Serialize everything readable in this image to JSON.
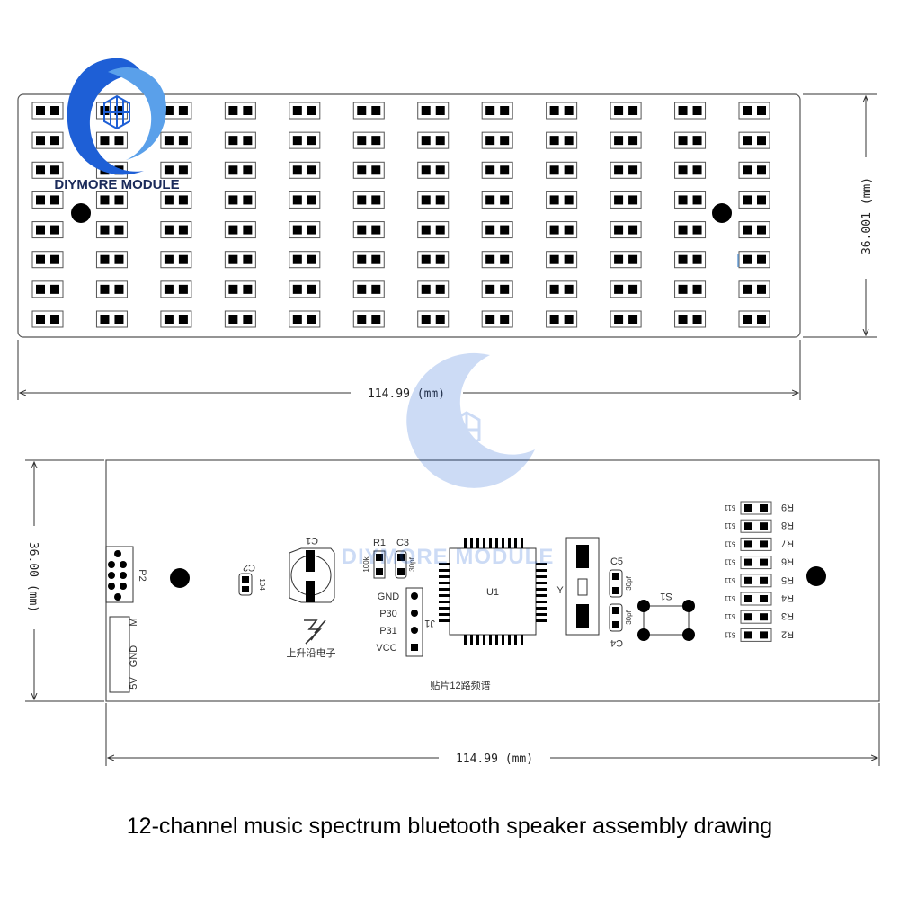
{
  "brand": {
    "logo_text": "DIYMORE MODULE",
    "watermark_text": "DIYMORE MODULE",
    "accent": "#1e5fd6"
  },
  "top_board": {
    "led_rows": 8,
    "led_columns": 12,
    "width_label": "114.99 (mm)",
    "height_label": "36.001 (mm)"
  },
  "bottom_board": {
    "width_label": "114.99 (mm)",
    "height_label": "36.00 (mm)",
    "labels": {
      "p2": "P2",
      "c2": "C2",
      "c2_value": "104",
      "c1": "C1",
      "r1": "R1",
      "r1_value": "100k",
      "c3": "C3",
      "c3_value": "30pf",
      "u1": "U1",
      "y": "Y",
      "c5": "C5",
      "c5_value": "30pf",
      "c4": "C4",
      "c4_value": "30pf",
      "s1": "S1",
      "j1": "J1",
      "gnd": "GND",
      "p30": "P30",
      "p31": "P31",
      "vcc": "VCC",
      "connector_5v": "5V",
      "connector_gnd": "GND",
      "connector_m": "M",
      "maker_text": "上升沿电子",
      "board_name": "贴片12路频谱"
    },
    "resistors": [
      {
        "name": "R9",
        "value": "511"
      },
      {
        "name": "R8",
        "value": "511"
      },
      {
        "name": "R7",
        "value": "511"
      },
      {
        "name": "R6",
        "value": "511"
      },
      {
        "name": "R5",
        "value": "511"
      },
      {
        "name": "R4",
        "value": "511"
      },
      {
        "name": "R3",
        "value": "511"
      },
      {
        "name": "R2",
        "value": "511"
      }
    ]
  },
  "caption": "12-channel music spectrum bluetooth speaker assembly drawing"
}
